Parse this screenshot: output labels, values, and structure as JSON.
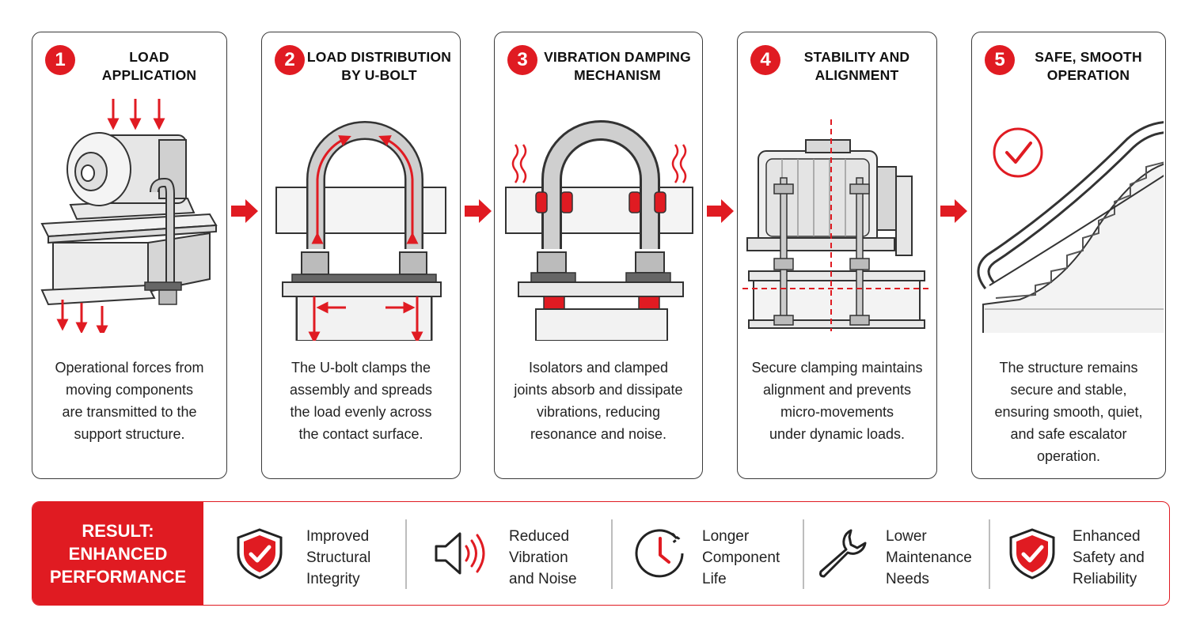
{
  "steps": [
    {
      "number": "1",
      "title_lines": [
        "LOAD",
        "APPLICATION"
      ],
      "description_lines": [
        "Operational forces from",
        "moving components",
        "are transmitted to the",
        "support structure."
      ]
    },
    {
      "number": "2",
      "title_lines": [
        "LOAD DISTRIBUTION",
        "BY U-BOLT"
      ],
      "description_lines": [
        "The U-bolt clamps the",
        "assembly and spreads",
        "the load evenly across",
        "the contact surface."
      ]
    },
    {
      "number": "3",
      "title_lines": [
        "VIBRATION DAMPING",
        "MECHANISM"
      ],
      "description_lines": [
        "Isolators and clamped",
        "joints absorb and dissipate",
        "vibrations, reducing",
        "resonance and noise."
      ]
    },
    {
      "number": "4",
      "title_lines": [
        "STABILITY AND",
        "ALIGNMENT"
      ],
      "description_lines": [
        "Secure clamping maintains",
        "alignment and prevents",
        "micro-movements",
        "under dynamic loads."
      ]
    },
    {
      "number": "5",
      "title_lines": [
        "SAFE, SMOOTH",
        "OPERATION"
      ],
      "description_lines": [
        "The structure remains",
        "secure and stable,",
        "ensuring smooth, quiet,",
        "and safe escalator",
        "operation."
      ]
    }
  ],
  "result": {
    "title_lines": [
      "RESULT:",
      "ENHANCED",
      "PERFORMANCE"
    ],
    "benefits": [
      {
        "icon": "shield-check-icon",
        "label_lines": [
          "Improved",
          "Structural",
          "Integrity"
        ]
      },
      {
        "icon": "speaker-vibration-icon",
        "label_lines": [
          "Reduced",
          "Vibration",
          "and Noise"
        ]
      },
      {
        "icon": "clock-icon",
        "label_lines": [
          "Longer",
          "Component",
          "Life"
        ]
      },
      {
        "icon": "wrench-icon",
        "label_lines": [
          "Lower",
          "Maintenance",
          "Needs"
        ]
      },
      {
        "icon": "shield-check-icon",
        "label_lines": [
          "Enhanced",
          "Safety and",
          "Reliability"
        ]
      }
    ]
  },
  "colors": {
    "accent": "#e01b22",
    "outline": "#3a3a3a",
    "metal": "#c8c8c8"
  }
}
